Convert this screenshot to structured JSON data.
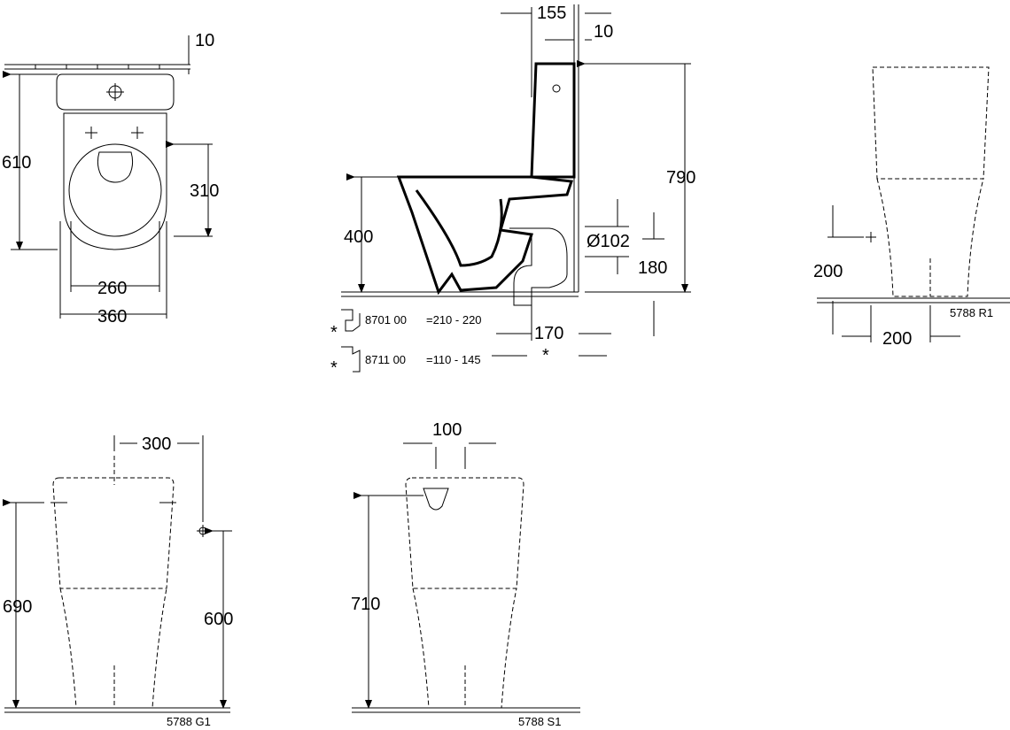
{
  "top_view": {
    "dim_top_gap": "10",
    "dim_depth": "610",
    "dim_seat_to_wall": "310",
    "dim_foot_width": "260",
    "dim_total_width": "360"
  },
  "side_view": {
    "dim_top_offset": "155",
    "dim_wall_gap": "10",
    "dim_total_height": "790",
    "dim_seat_height": "400",
    "dim_pipe_diameter": "Ø102",
    "dim_outlet_height": "180",
    "dim_outlet_projection": "170",
    "asterisk": "*",
    "bend_1_code": "8701 00",
    "bend_1_range": "=210 - 220",
    "bend_2_code": "8711 00",
    "bend_2_range": "=110 - 145"
  },
  "r1_view": {
    "dim_height": "200",
    "dim_offset": "200",
    "model": "5788 R1"
  },
  "g1_view": {
    "dim_width": "300",
    "dim_height": "690",
    "dim_connection": "600",
    "model": "5788 G1"
  },
  "s1_view": {
    "dim_width": "100",
    "dim_height": "710",
    "model": "5788 S1"
  }
}
